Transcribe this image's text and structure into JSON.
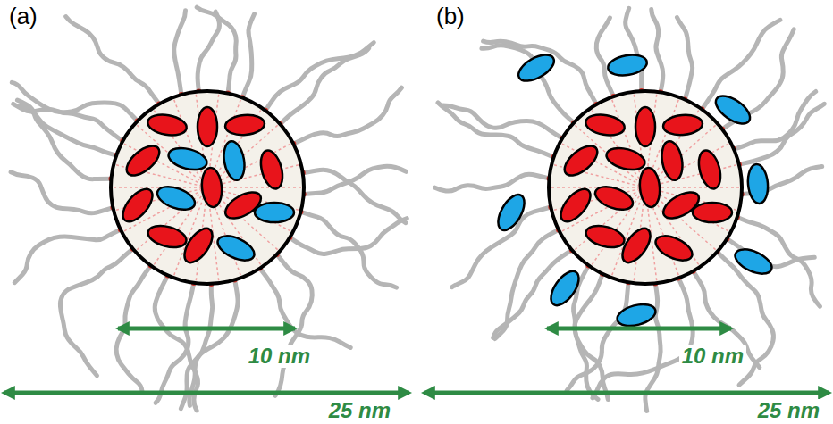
{
  "diagram": {
    "labels": [
      "(a)",
      "(b)",
      "10 nm",
      "25 nm",
      "10 nm",
      "25 nm"
    ]
  }
}
